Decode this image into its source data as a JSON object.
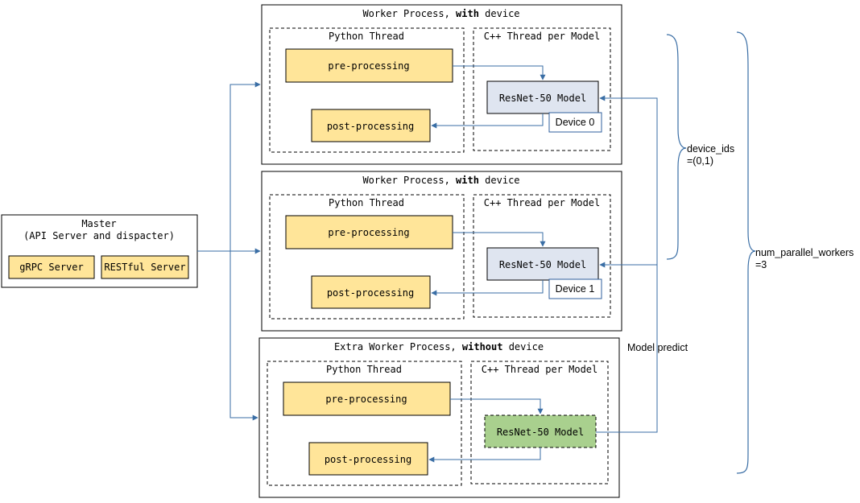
{
  "colors": {
    "process_box": "#FFE599",
    "model_box": "#DFE5F0",
    "extra_model_box": "#A9D08E",
    "connector": "#3A6EA5"
  },
  "master": {
    "title_line1": "Master",
    "title_line2": "(API Server and dispacter)",
    "grpc_label": "gRPC Server",
    "rest_label": "RESTful Server"
  },
  "workers": [
    {
      "title_prefix": "Worker Process, ",
      "title_bold": "with",
      "title_suffix": " device",
      "python_thread": "Python Thread",
      "cpp_thread": "C++ Thread per Model",
      "pre": "pre-processing",
      "post": "post-processing",
      "model": "ResNet-50 Model",
      "device": "Device 0"
    },
    {
      "title_prefix": "Worker Process, ",
      "title_bold": "with",
      "title_suffix": " device",
      "python_thread": "Python Thread",
      "cpp_thread": "C++ Thread per Model",
      "pre": "pre-processing",
      "post": "post-processing",
      "model": "ResNet-50 Model",
      "device": "Device 1"
    },
    {
      "title_prefix": "Extra Worker Process, ",
      "title_bold": "without",
      "title_suffix": " device",
      "python_thread": "Python Thread",
      "cpp_thread": "C++ Thread per Model",
      "pre": "pre-processing",
      "post": "post-processing",
      "model": "ResNet-50 Model"
    }
  ],
  "annotations": {
    "model_predict": "Model predict",
    "device_ids_line1": "device_ids",
    "device_ids_line2": "=(0,1)",
    "num_workers_line1": "num_parallel_workers",
    "num_workers_line2": "=3"
  }
}
